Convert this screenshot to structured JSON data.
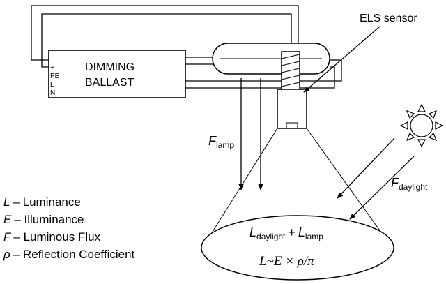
{
  "ballast": {
    "line1": "DIMMING",
    "line2": "BALLAST",
    "term_plus": "+",
    "term_pe": "PE",
    "term_l": "L",
    "term_n": "N"
  },
  "sensor": {
    "label": "ELS sensor"
  },
  "flux_lamp": {
    "sym": "F",
    "sub": "lamp"
  },
  "flux_daylight": {
    "sym": "F",
    "sub": "daylight"
  },
  "surface": {
    "l_day_sym": "L",
    "l_day_sub": "daylight",
    "plus": "+",
    "l_lamp_sym": "L",
    "l_lamp_sub": "lamp",
    "formula": "L~E × ρ/π"
  },
  "legend": [
    {
      "sym": "L",
      "text": "– Luminance"
    },
    {
      "sym": "E",
      "text": "– Illuminance"
    },
    {
      "sym": "F",
      "text": "– Luminous Flux"
    },
    {
      "sym": "ρ",
      "text": "– Reflection Coefficient"
    }
  ]
}
